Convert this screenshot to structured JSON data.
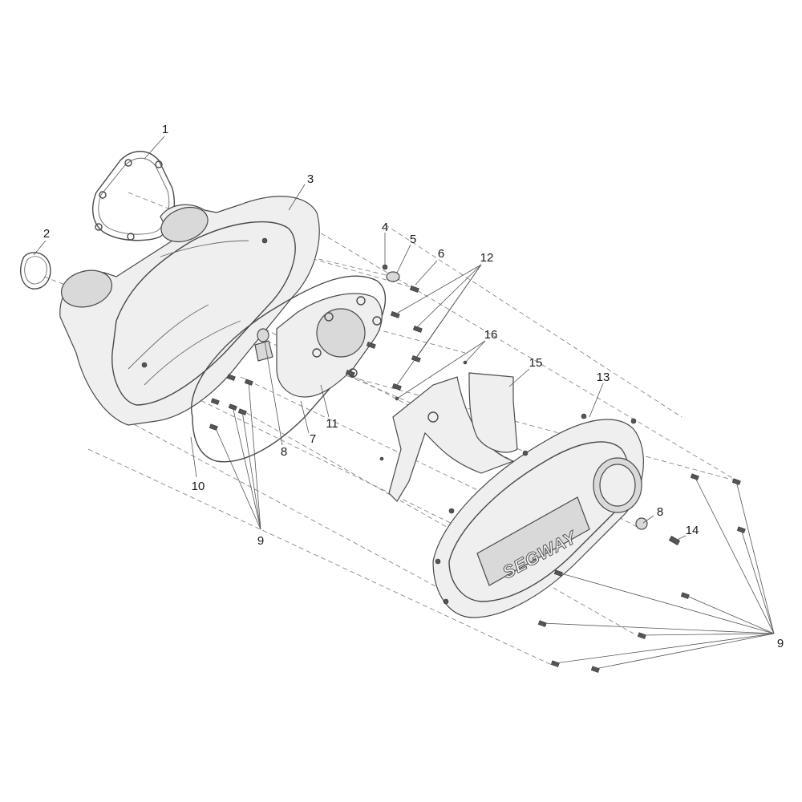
{
  "labels": [
    {
      "id": "1",
      "text": "1"
    },
    {
      "id": "2",
      "text": "2"
    },
    {
      "id": "3",
      "text": "3"
    },
    {
      "id": "4",
      "text": "4"
    },
    {
      "id": "5",
      "text": "5"
    },
    {
      "id": "6",
      "text": "6"
    },
    {
      "id": "12",
      "text": "12"
    },
    {
      "id": "16",
      "text": "16"
    },
    {
      "id": "15",
      "text": "15"
    },
    {
      "id": "13",
      "text": "13"
    },
    {
      "id": "11",
      "text": "11"
    },
    {
      "id": "7",
      "text": "7"
    },
    {
      "id": "8a",
      "text": "8"
    },
    {
      "id": "10",
      "text": "10"
    },
    {
      "id": "9a",
      "text": "9"
    },
    {
      "id": "8b",
      "text": "8"
    },
    {
      "id": "14",
      "text": "14"
    },
    {
      "id": "9b",
      "text": "9"
    }
  ],
  "logo_text": "SEGWAY"
}
